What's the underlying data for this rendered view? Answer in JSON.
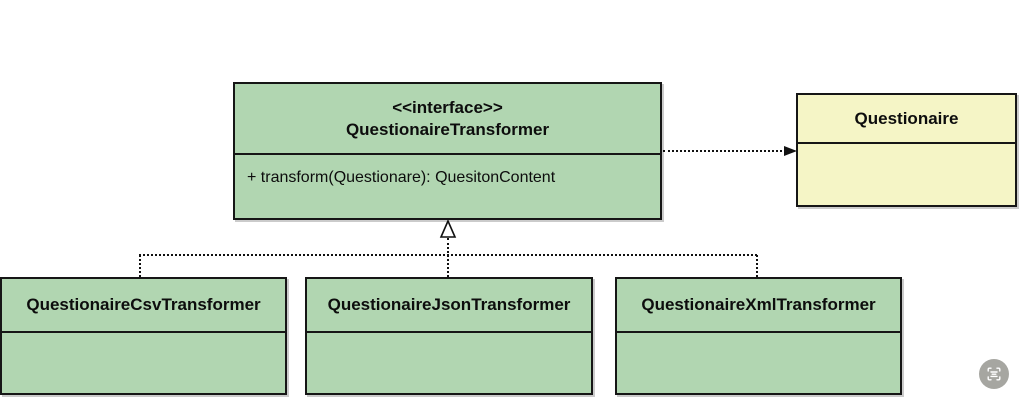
{
  "diagram": {
    "interface": {
      "stereotype": "<<interface>>",
      "name": "QuestionaireTransformer",
      "method": "+ transform(Questionare): QuesitonContent"
    },
    "data_class": {
      "name": "Questionaire"
    },
    "subclasses": [
      {
        "name": "QuestionaireCsvTransformer"
      },
      {
        "name": "QuestionaireJsonTransformer"
      },
      {
        "name": "QuestionaireXmlTransformer"
      }
    ],
    "relationships": {
      "dependency": "QuestionaireTransformer -> Questionaire (dotted arrow, filled head)",
      "realization": "subclasses ..|> QuestionaireTransformer (dotted lines, hollow triangle)"
    },
    "colors": {
      "class_fill": "#b1d6b1",
      "data_fill": "#f5f5c6",
      "border": "#161616"
    }
  },
  "overlay": {
    "scan_icon": "scan-text-icon"
  }
}
